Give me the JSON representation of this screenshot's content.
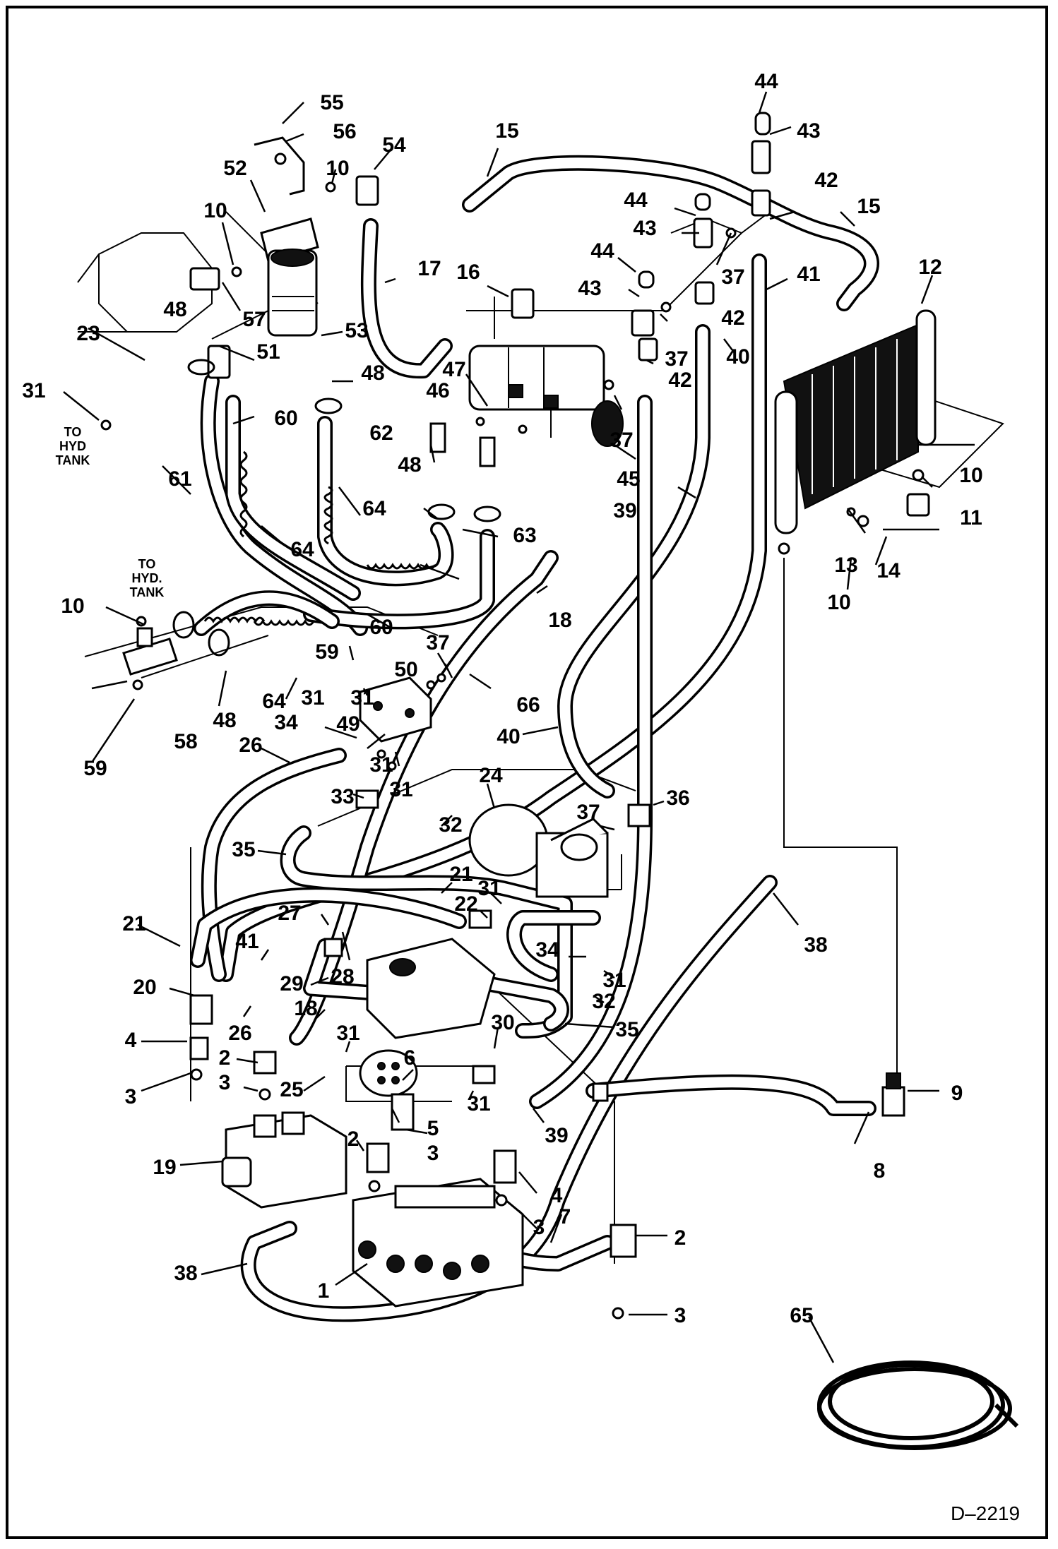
{
  "diagram": {
    "drawing_id": "D–2219",
    "notes": {
      "to_hyd_tank_left": [
        "TO",
        "HYD",
        "TANK"
      ],
      "to_hyd_tank_center": [
        "TO",
        "HYD.",
        "TANK"
      ]
    },
    "callouts": [
      {
        "id": "c55",
        "label": "55"
      },
      {
        "id": "c56",
        "label": "56"
      },
      {
        "id": "c54",
        "label": "54"
      },
      {
        "id": "c52",
        "label": "52"
      },
      {
        "id": "c10a",
        "label": "10"
      },
      {
        "id": "c10b",
        "label": "10"
      },
      {
        "id": "c15a",
        "label": "15"
      },
      {
        "id": "c44a",
        "label": "44"
      },
      {
        "id": "c43a",
        "label": "43"
      },
      {
        "id": "c42a",
        "label": "42"
      },
      {
        "id": "c15b",
        "label": "15"
      },
      {
        "id": "c44b",
        "label": "44"
      },
      {
        "id": "c43b",
        "label": "43"
      },
      {
        "id": "c37a",
        "label": "37"
      },
      {
        "id": "c41a",
        "label": "41"
      },
      {
        "id": "c12",
        "label": "12"
      },
      {
        "id": "c17",
        "label": "17"
      },
      {
        "id": "c16",
        "label": "16"
      },
      {
        "id": "c44c",
        "label": "44"
      },
      {
        "id": "c43c",
        "label": "43"
      },
      {
        "id": "c42b",
        "label": "42"
      },
      {
        "id": "c57",
        "label": "57"
      },
      {
        "id": "c53",
        "label": "53"
      },
      {
        "id": "c48a",
        "label": "48"
      },
      {
        "id": "c23",
        "label": "23"
      },
      {
        "id": "c51",
        "label": "51"
      },
      {
        "id": "c37b",
        "label": "37"
      },
      {
        "id": "c40a",
        "label": "40"
      },
      {
        "id": "c42c",
        "label": "42"
      },
      {
        "id": "c47",
        "label": "47"
      },
      {
        "id": "c48b",
        "label": "48"
      },
      {
        "id": "c31a",
        "label": "31"
      },
      {
        "id": "c60a",
        "label": "60"
      },
      {
        "id": "c46",
        "label": "46"
      },
      {
        "id": "c62",
        "label": "62"
      },
      {
        "id": "c37c",
        "label": "37"
      },
      {
        "id": "c61",
        "label": "61"
      },
      {
        "id": "c48c",
        "label": "48"
      },
      {
        "id": "c45",
        "label": "45"
      },
      {
        "id": "c10c",
        "label": "10"
      },
      {
        "id": "c39a",
        "label": "39"
      },
      {
        "id": "c11",
        "label": "11"
      },
      {
        "id": "c64a",
        "label": "64"
      },
      {
        "id": "c63",
        "label": "63"
      },
      {
        "id": "c64b",
        "label": "64"
      },
      {
        "id": "c13",
        "label": "13"
      },
      {
        "id": "c14",
        "label": "14"
      },
      {
        "id": "c10d",
        "label": "10"
      },
      {
        "id": "c18a",
        "label": "18"
      },
      {
        "id": "c10e",
        "label": "10"
      },
      {
        "id": "c60b",
        "label": "60"
      },
      {
        "id": "c59a",
        "label": "59"
      },
      {
        "id": "c37d",
        "label": "37"
      },
      {
        "id": "c50",
        "label": "50"
      },
      {
        "id": "c31b",
        "label": "31"
      },
      {
        "id": "c66",
        "label": "66"
      },
      {
        "id": "c31c",
        "label": "31"
      },
      {
        "id": "c64c",
        "label": "64"
      },
      {
        "id": "c49",
        "label": "49"
      },
      {
        "id": "c48d",
        "label": "48"
      },
      {
        "id": "c58",
        "label": "58"
      },
      {
        "id": "c34a",
        "label": "34"
      },
      {
        "id": "c40b",
        "label": "40"
      },
      {
        "id": "c59b",
        "label": "59"
      },
      {
        "id": "c26a",
        "label": "26"
      },
      {
        "id": "c31d",
        "label": "31"
      },
      {
        "id": "c31e",
        "label": "31"
      },
      {
        "id": "c24",
        "label": "24"
      },
      {
        "id": "c33",
        "label": "33"
      },
      {
        "id": "c32a",
        "label": "32"
      },
      {
        "id": "c37e",
        "label": "37"
      },
      {
        "id": "c36",
        "label": "36"
      },
      {
        "id": "c35a",
        "label": "35"
      },
      {
        "id": "c21a",
        "label": "21"
      },
      {
        "id": "c31f",
        "label": "31"
      },
      {
        "id": "c22",
        "label": "22"
      },
      {
        "id": "c21b",
        "label": "21"
      },
      {
        "id": "c27",
        "label": "27"
      },
      {
        "id": "c38a",
        "label": "38"
      },
      {
        "id": "c41b",
        "label": "41"
      },
      {
        "id": "c28",
        "label": "28"
      },
      {
        "id": "c34b",
        "label": "34"
      },
      {
        "id": "c31g",
        "label": "31"
      },
      {
        "id": "c29",
        "label": "29"
      },
      {
        "id": "c20",
        "label": "20"
      },
      {
        "id": "c32b",
        "label": "32"
      },
      {
        "id": "c18b",
        "label": "18"
      },
      {
        "id": "c26b",
        "label": "26"
      },
      {
        "id": "c30",
        "label": "30"
      },
      {
        "id": "c35b",
        "label": "35"
      },
      {
        "id": "c4a",
        "label": "4"
      },
      {
        "id": "c31h",
        "label": "31"
      },
      {
        "id": "c2a",
        "label": "2"
      },
      {
        "id": "c6",
        "label": "6"
      },
      {
        "id": "c9",
        "label": "9"
      },
      {
        "id": "c3a",
        "label": "3"
      },
      {
        "id": "c3b",
        "label": "3"
      },
      {
        "id": "c25",
        "label": "25"
      },
      {
        "id": "c31i",
        "label": "31"
      },
      {
        "id": "c5",
        "label": "5"
      },
      {
        "id": "c39b",
        "label": "39"
      },
      {
        "id": "c2b",
        "label": "2"
      },
      {
        "id": "c3c",
        "label": "3"
      },
      {
        "id": "c8",
        "label": "8"
      },
      {
        "id": "c19",
        "label": "19"
      },
      {
        "id": "c4b",
        "label": "4"
      },
      {
        "id": "c3d",
        "label": "3"
      },
      {
        "id": "c7",
        "label": "7"
      },
      {
        "id": "c2c",
        "label": "2"
      },
      {
        "id": "c38b",
        "label": "38"
      },
      {
        "id": "c1",
        "label": "1"
      },
      {
        "id": "c65",
        "label": "65"
      },
      {
        "id": "c3e",
        "label": "3"
      }
    ]
  }
}
